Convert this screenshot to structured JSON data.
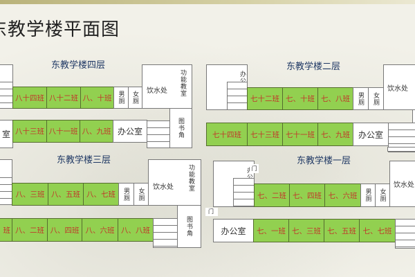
{
  "page_title": "东教学楼平面图",
  "floor4": {
    "title": "东教学楼四层",
    "top": [
      "八十四班",
      "八十二班",
      "八、十班"
    ],
    "male": "男厕",
    "female": "女厕",
    "water": "饮水处",
    "func": "功能教室",
    "left_bottom": "室",
    "bottom": [
      "八十三班",
      "八十一班",
      "八、九班"
    ],
    "office": "办公室",
    "library": "图书角"
  },
  "floor2": {
    "title": "东教学楼二层",
    "office_area": "办公区",
    "top": [
      "七十二班",
      "七、十班",
      "七、八班"
    ],
    "male": "男厕",
    "female": "女厕",
    "water": "饮水处",
    "bottom": [
      "七十四班",
      "七十三班",
      "七十一班",
      "七、九班"
    ],
    "office": "办公室"
  },
  "floor3": {
    "title": "东教学楼三层",
    "top": [
      "八、三班",
      "八、五班",
      "八、七班"
    ],
    "male": "男厕",
    "female": "女厕",
    "water": "饮水处",
    "func": "功能教室",
    "bottom_partial": "班",
    "bottom": [
      "八、二班",
      "八、四班",
      "八、六班",
      "八、八班"
    ],
    "library": "图书角"
  },
  "floor1": {
    "title": "东教学楼一层",
    "office_area": "办公区",
    "door": "门",
    "top": [
      "七、二班",
      "七、四班",
      "七、六班"
    ],
    "male": "男厕",
    "female": "女厕",
    "water": "饮水处",
    "door2": "门",
    "office": "办公室",
    "bottom": [
      "七、一班",
      "七、三班",
      "七、五班",
      "七、七班"
    ]
  },
  "colors": {
    "classroom": "#92d050",
    "class_text": "#c0392b",
    "floor_title": "#1f3864"
  }
}
